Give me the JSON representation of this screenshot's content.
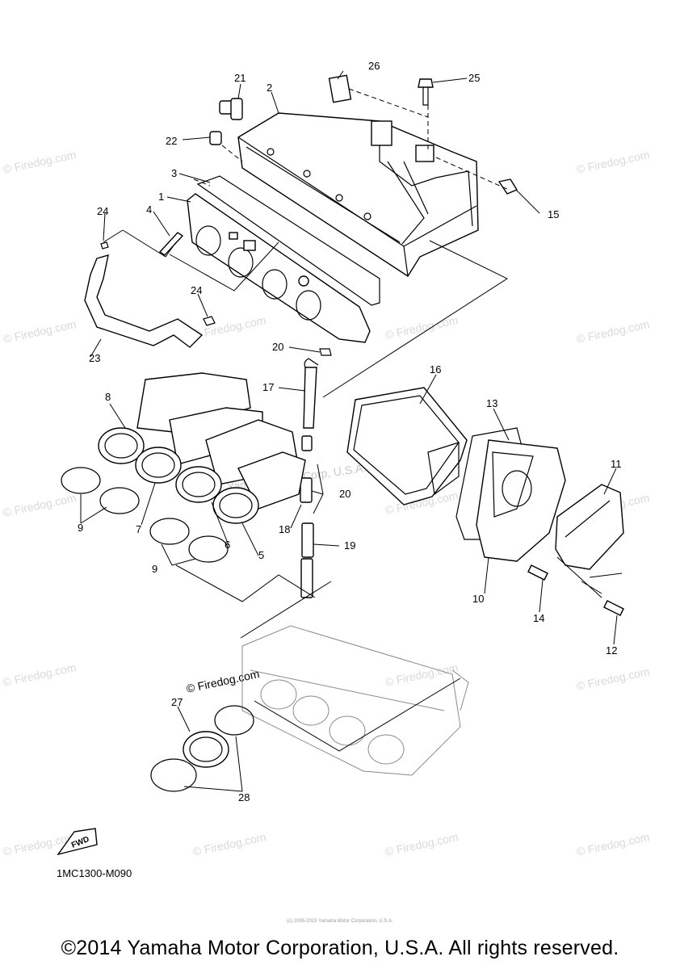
{
  "diagram": {
    "callouts": [
      "1",
      "2",
      "3",
      "4",
      "5",
      "6",
      "7",
      "8",
      "9",
      "9",
      "10",
      "11",
      "12",
      "13",
      "14",
      "15",
      "16",
      "17",
      "18",
      "19",
      "20",
      "20",
      "21",
      "22",
      "23",
      "24",
      "24",
      "25",
      "26",
      "27",
      "28"
    ],
    "watermark": "© Firedog.com",
    "watermark_inline": "© Firedog.com",
    "watermark_overlay": "Yamaha Motor Corp, U.S.A.",
    "fwd_label": "FWD",
    "diagram_code": "1MC1300-M090"
  },
  "footer": {
    "small_print": "(c) 2005-2015 Yamaha Motor Corporation, U.S.A.",
    "copyright": "©2014 Yamaha Motor Corporation, U.S.A. All rights reserved."
  }
}
